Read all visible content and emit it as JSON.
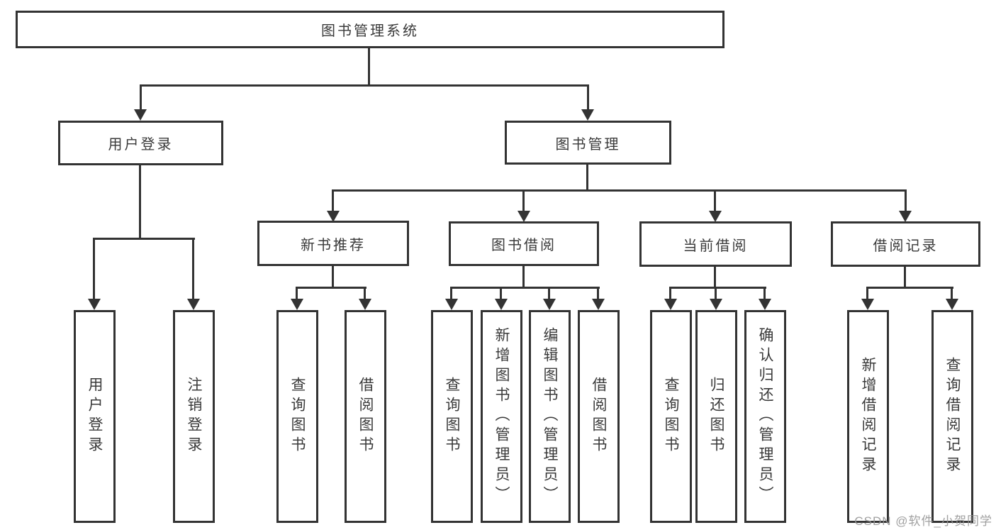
{
  "diagram": {
    "root": {
      "label": "图书管理系统"
    },
    "children": [
      {
        "label": "用户登录",
        "children": [
          {
            "label": "用户登录"
          },
          {
            "label": "注销登录"
          }
        ]
      },
      {
        "label": "图书管理",
        "children": [
          {
            "label": "新书推荐",
            "children": [
              {
                "label": "查询图书"
              },
              {
                "label": "借阅图书"
              }
            ]
          },
          {
            "label": "图书借阅",
            "children": [
              {
                "label": "查询图书"
              },
              {
                "label": "新增图书（管理员）"
              },
              {
                "label": "编辑图书（管理员）"
              },
              {
                "label": "借阅图书"
              }
            ]
          },
          {
            "label": "当前借阅",
            "children": [
              {
                "label": "查询图书"
              },
              {
                "label": "归还图书"
              },
              {
                "label": "确认归还（管理员）"
              }
            ]
          },
          {
            "label": "借阅记录",
            "children": [
              {
                "label": "新增借阅记录"
              },
              {
                "label": "查询借阅记录"
              }
            ]
          }
        ]
      }
    ]
  },
  "watermark": {
    "text": "CSDN @软件_小贺同学",
    "color": "#9e9e9e"
  },
  "colors": {
    "line": "#333333",
    "box_border": "#333333",
    "box_fill": "#ffffff",
    "text": "#3a3a3a",
    "background": "#ffffff"
  }
}
